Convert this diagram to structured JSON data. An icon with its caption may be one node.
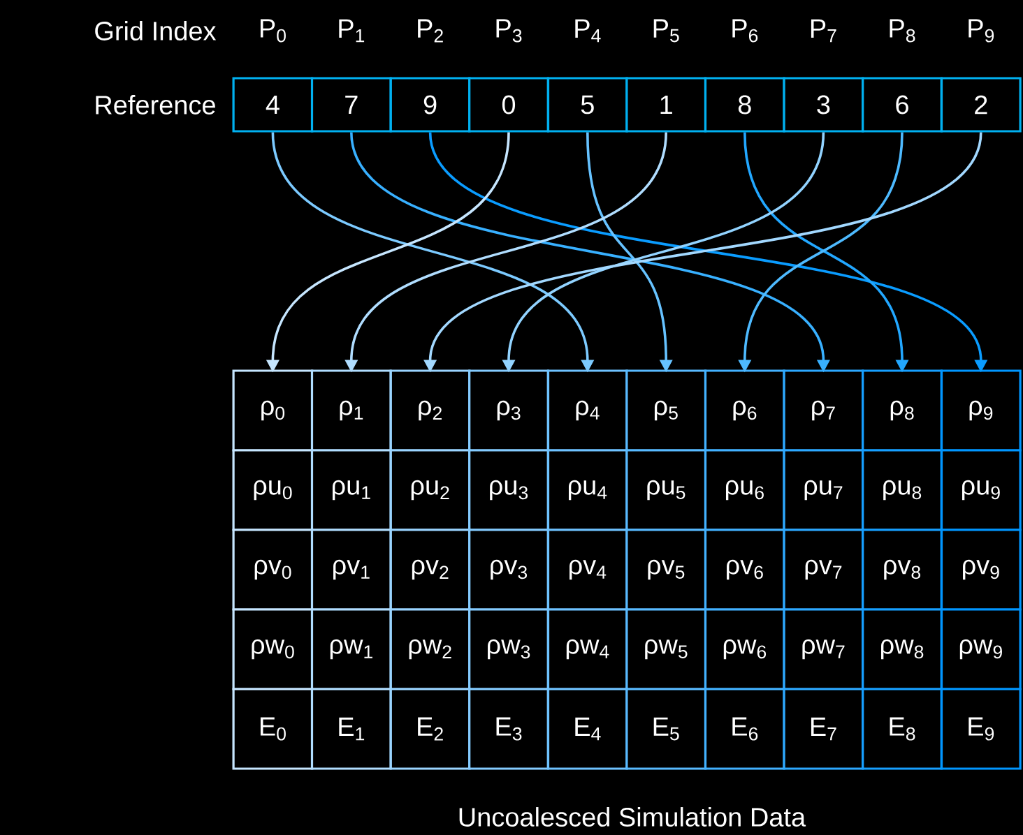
{
  "diagram": {
    "caption": "Uncoalesced Simulation Data",
    "nodes": [
      {
        "text": [
          "4"
        ]
      },
      {
        "text": [
          "7"
        ]
      },
      {
        "text": [
          "9"
        ]
      },
      {
        "text": [
          "0"
        ]
      },
      {
        "text": [
          "5"
        ]
      },
      {
        "text": [
          "1"
        ]
      },
      {
        "text": [
          "8"
        ]
      },
      {
        "text": [
          "3"
        ]
      },
      {
        "text": [
          "6"
        ]
      },
      {
        "text": [
          "2"
        ]
      },
      {
        "text": [
          "ρ$_{0}$"
        ]
      },
      {
        "text": [
          "ρ$_{1}$"
        ]
      },
      {
        "text": [
          "ρ$_{2}$"
        ]
      },
      {
        "text": [
          "ρ$_{3}$"
        ]
      },
      {
        "text": [
          "ρ$_{4}$"
        ]
      },
      {
        "text": [
          "ρ$_{5}$"
        ]
      },
      {
        "text": [
          "ρ$_{6}$"
        ]
      },
      {
        "text": [
          "ρ$_{7}$"
        ]
      },
      {
        "text": [
          "ρ$_{8}$"
        ]
      },
      {
        "text": [
          "ρ$_{9}$"
        ]
      },
      {
        "text": [
          "ρu$_{0}$"
        ]
      },
      {
        "text": [
          "ρu$_{1}$"
        ]
      },
      {
        "text": [
          "ρu$_{2}$"
        ]
      },
      {
        "text": [
          "ρu$_{3}$"
        ]
      },
      {
        "text": [
          "ρu$_{4}$"
        ]
      },
      {
        "text": [
          "ρu$_{5}$"
        ]
      },
      {
        "text": [
          "ρu$_{6}$"
        ]
      },
      {
        "text": [
          "ρu$_{7}$"
        ]
      },
      {
        "text": [
          "ρu$_{8}$"
        ]
      },
      {
        "text": [
          "ρu$_{9}$"
        ]
      },
      {
        "text": [
          "ρv$_{0}$"
        ]
      },
      {
        "text": [
          "ρv$_{1}$"
        ]
      },
      {
        "text": [
          "ρv$_{2}$"
        ]
      },
      {
        "text": [
          "ρv$_{3}$"
        ]
      },
      {
        "text": [
          "ρv$_{4}$"
        ]
      },
      {
        "text": [
          "ρv$_{5}$"
        ]
      },
      {
        "text": [
          "ρv$_{6}$"
        ]
      },
      {
        "text": [
          "ρv$_{7}$"
        ]
      },
      {
        "text": [
          "ρv$_{8}$"
        ]
      },
      {
        "text": [
          "ρv$_{9}$"
        ]
      },
      {
        "text": [
          "ρw$_{0}$"
        ]
      },
      {
        "text": [
          "ρw$_{1}$"
        ]
      },
      {
        "text": [
          "ρw$_{2}$"
        ]
      },
      {
        "text": [
          "ρw$_{3}$"
        ]
      },
      {
        "text": [
          "ρw$_{4}$"
        ]
      },
      {
        "text": [
          "ρw$_{5}$"
        ]
      },
      {
        "text": [
          "ρw$_{6}$"
        ]
      },
      {
        "text": [
          "ρw$_{7}$"
        ]
      },
      {
        "text": [
          "ρw$_{8}$"
        ]
      },
      {
        "text": [
          "ρw$_{9}$"
        ]
      },
      {
        "text": [
          "E$_{0}$"
        ]
      },
      {
        "text": [
          "E$_{1}$"
        ]
      },
      {
        "text": [
          "E$_{2}$"
        ]
      },
      {
        "text": [
          "E$_{3}$"
        ]
      },
      {
        "text": [
          "E$_{4}$"
        ]
      },
      {
        "text": [
          "E$_{5}$"
        ]
      },
      {
        "text": [
          "E$_{6}$"
        ]
      },
      {
        "text": [
          "E$_{7}$"
        ]
      },
      {
        "text": [
          "E$_{8}$"
        ]
      },
      {
        "text": [
          "E$_{9}$"
        ]
      }
    ],
    "edges": [
      {
        "from": 0,
        "to": 14,
        "arrow": "to",
        "color": "#7ccaff"
      },
      {
        "from": 1,
        "to": 17,
        "arrow": "to",
        "color": "#38b0ff"
      },
      {
        "from": 2,
        "to": 19,
        "arrow": "to",
        "color": "#0a9cff"
      },
      {
        "from": 3,
        "to": 10,
        "arrow": "to",
        "color": "#c6e6ff"
      },
      {
        "from": 4,
        "to": 15,
        "arrow": "to",
        "color": "#66c2ff"
      },
      {
        "from": 5,
        "to": 11,
        "arrow": "to",
        "color": "#b0ddff"
      },
      {
        "from": 6,
        "to": 18,
        "arrow": "to",
        "color": "#22a7ff"
      },
      {
        "from": 7,
        "to": 13,
        "arrow": "to",
        "color": "#92d3ff"
      },
      {
        "from": 8,
        "to": 16,
        "arrow": "to",
        "color": "#4ebaff"
      },
      {
        "from": 9,
        "to": 12,
        "arrow": "to",
        "color": "#a2d8ff"
      }
    ],
    "labels": [
      "Grid Index",
      "P$_{0}$",
      "P$_{1}$",
      "P$_{2}$",
      "P$_{3}$",
      "P$_{4}$",
      "P$_{5}$",
      "P$_{6}$",
      "P$_{7}$",
      "P$_{8}$",
      "P$_{9}$",
      "Reference"
    ]
  }
}
